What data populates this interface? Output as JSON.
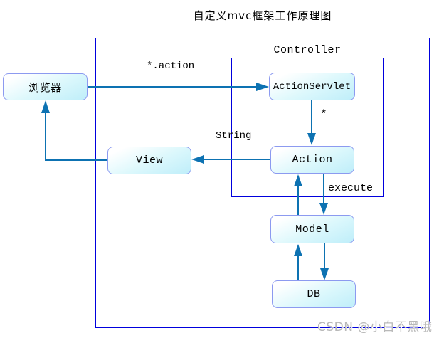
{
  "title": "自定义mvc框架工作原理图",
  "watermark": "CSDN @小白不黑哦",
  "diagram": {
    "controller_label": "Controller",
    "nodes": {
      "browser": "浏览器",
      "action_servlet": "ActionServlet",
      "view": "View",
      "action": "Action",
      "model": "Model",
      "db": "DB"
    },
    "edge_labels": {
      "request_pattern": "*.action",
      "dispatch_multiplicity": "*",
      "forward_result": "String",
      "execute_call": "execute"
    },
    "colors": {
      "frame_border": "#0000dd",
      "node_border": "#8c9af0",
      "node_fill_top": "#ffffff",
      "node_fill_bottom": "#c2effa",
      "arrow": "#0d72b2",
      "watermark": "#b9b9b9"
    }
  }
}
